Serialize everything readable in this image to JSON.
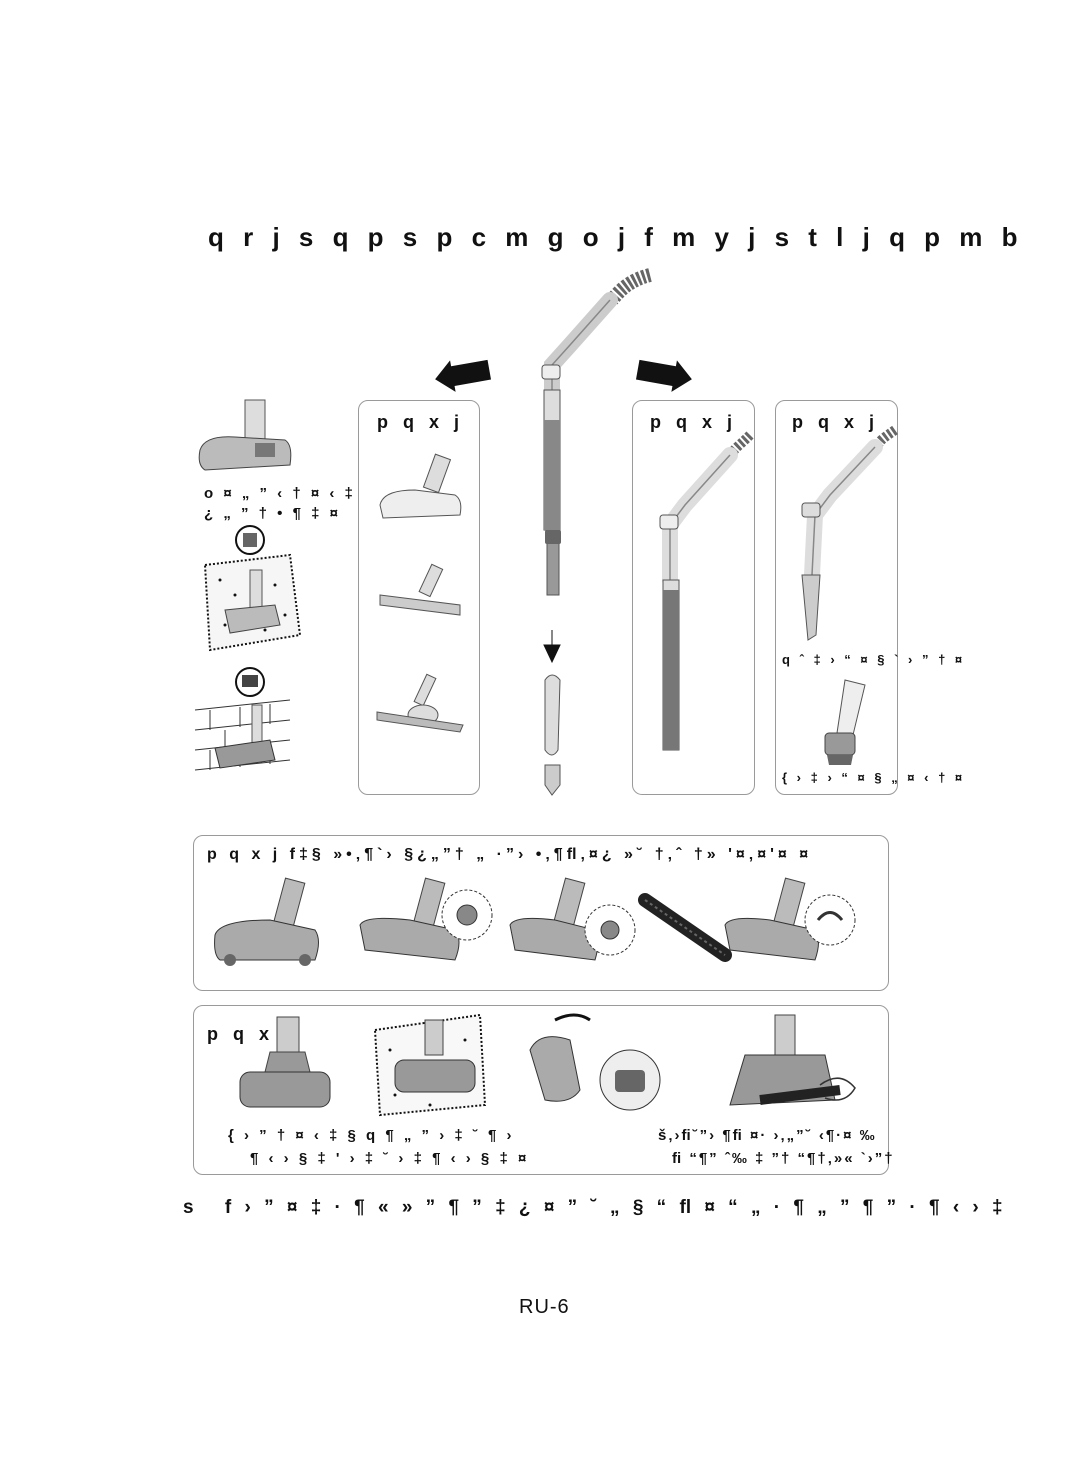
{
  "title": "q r j s q p s p c m g o j   f m   y j s t l j  q p m b",
  "panels": {
    "a": "p q x j",
    "b": "p q x j",
    "c": "p q x j",
    "d": "p q x j  f‡§ »•‚¶`› §¿„”† „ ·”› •‚¶ﬂ‚¤¿ »˘ †‚ˆ †» '¤‚¤'¤ ¤",
    "e": "p q x j"
  },
  "captions": {
    "left_line1": "o ¤ „ ” ‹ † ¤   ‹ ‡ §",
    "left_line2": "¿   „ ” †     • ¶ ‡ ¤",
    "crevice": "q ˆ ‡ › “ ¤ §   ` › ” † ¤",
    "brush": "{ › ‡ › “ ¤ §   „ ¤ ‹ † ¤",
    "turbo_left_1": "{ › ” † ¤   ‹ ‡ §   q ¶ „ ” › ‡ ˘ ¶ ›",
    "turbo_left_2": "¶ ‹ › § ‡   ' › ‡ ˘ ›   ‡   ¶ ‹ › § ‡ ¤",
    "turbo_right_1": "š‚›ﬁ˘”› ¶ﬁ ¤· ›‚„”˘ ‹¶·¤ ‰",
    "turbo_right_2": "ﬁ “¶” ˆ‰ ‡ ”† “¶†‚»« `›”†"
  },
  "note": {
    "icon": "s",
    "text": "f › ” ¤ ‡   · ¶ « » ”   ¶ ” ‡  ¿ ¤ ” ˘ „ §  “  ﬂ ¤ “  „  · ¶ „ ”   ¶ ”  · ¶ ‹ › ‡"
  },
  "page_number": "RU-6"
}
